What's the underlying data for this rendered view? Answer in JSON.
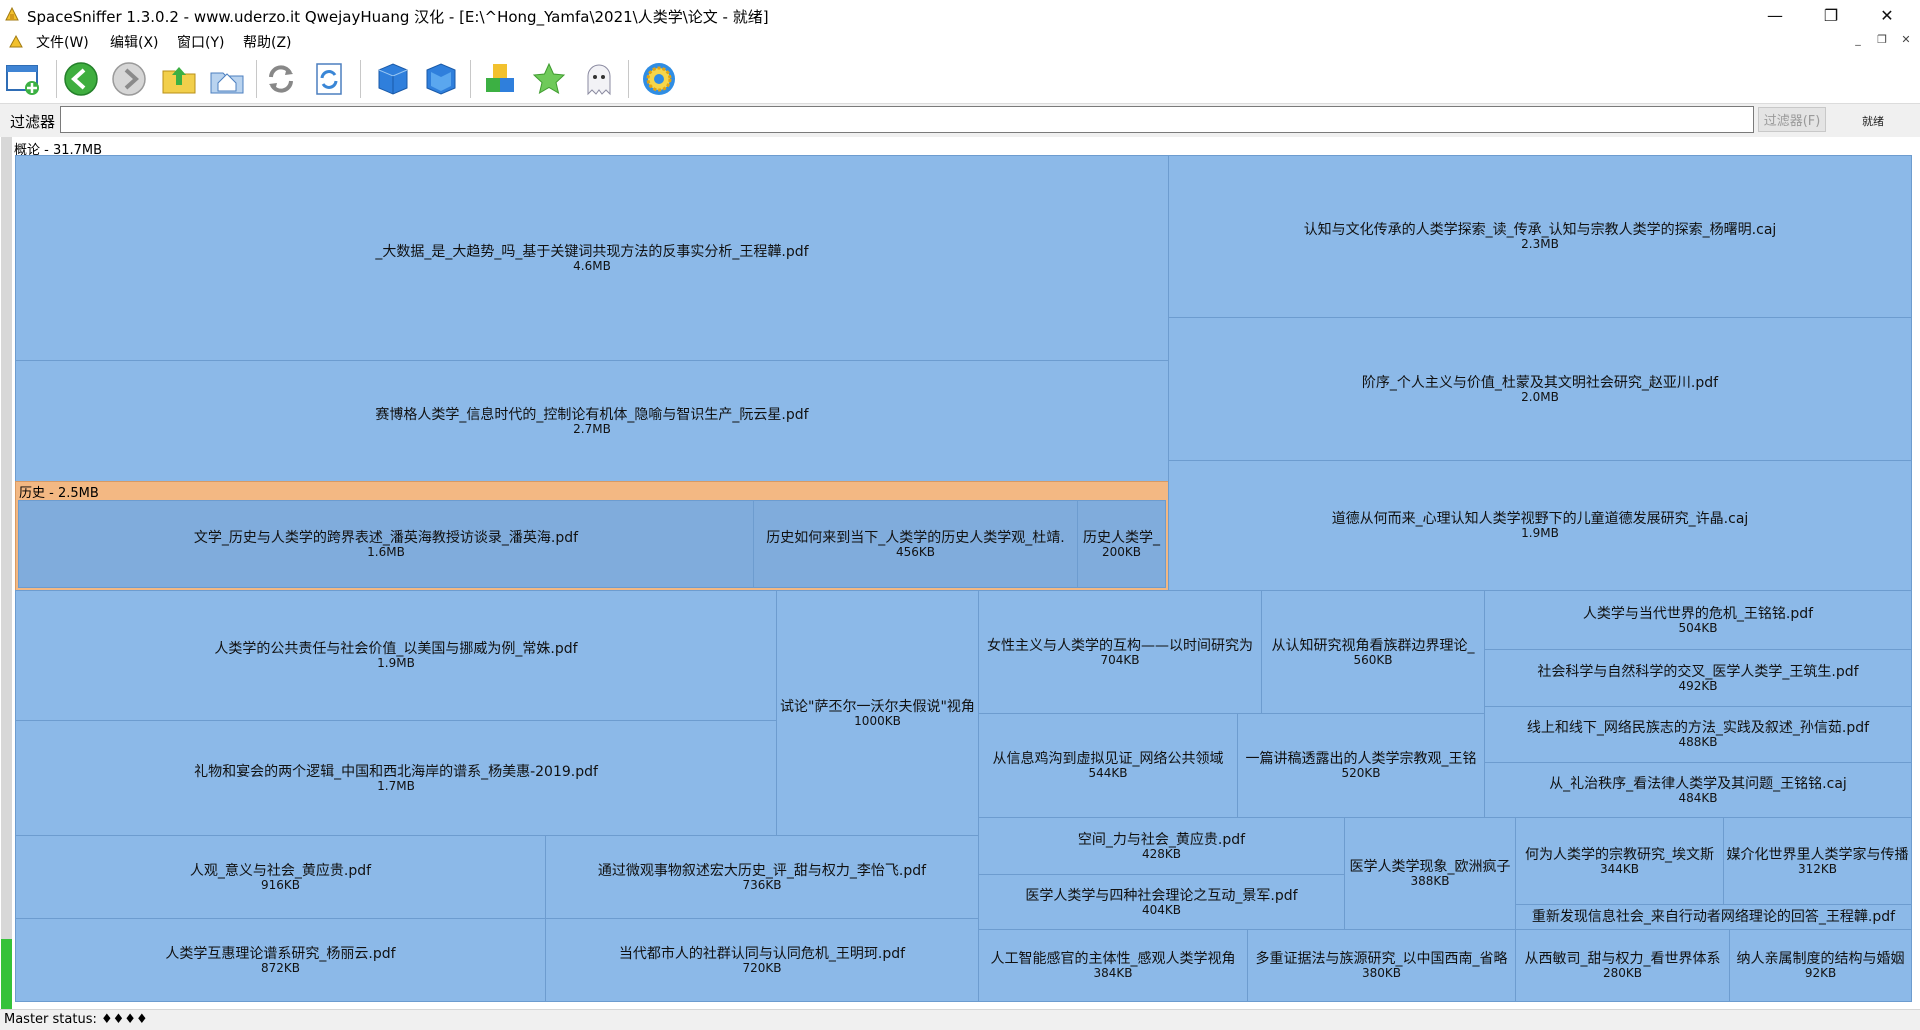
{
  "window": {
    "title": "SpaceSniffer 1.3.0.2 - www.uderzo.it  QwejayHuang 汉化 - [E:\\^Hong_Yamfa\\2021\\人类学\\论文 - 就绪]",
    "minimize_glyph": "—",
    "restore_glyph": "❐",
    "close_glyph": "✕"
  },
  "menu": {
    "items": [
      "文件(W)",
      "编辑(X)",
      "窗口(Y)",
      "帮助(Z)"
    ],
    "mdi_minimize": "_",
    "mdi_restore": "❐",
    "mdi_close": "✕"
  },
  "toolbar": {
    "icons": [
      "new-scan-icon",
      "back-icon",
      "forward-icon",
      "parent-folder-icon",
      "home-folder-icon",
      "refresh-icon",
      "refresh-view-icon",
      "zoom-in-icon",
      "zoom-out-icon",
      "tag-icon",
      "favorite-star-icon",
      "ghost-icon",
      "settings-gear-icon"
    ]
  },
  "filter": {
    "label": "过滤器",
    "value": "",
    "button_label": "过滤器(F)",
    "status": "就绪"
  },
  "treemap": {
    "root_label": "概论 - 31.7MB",
    "folder_label": "历史 - 2.5MB",
    "progress_fraction": 0.08,
    "files": [
      {
        "name": "_大数据_是_大趋势_吗_基于关键词共现方法的反事实分析_王程韡.pdf",
        "size": "4.6MB"
      },
      {
        "name": "赛博格人类学_信息时代的_控制论有机体_隐喻与智识生产_阮云星.pdf",
        "size": "2.7MB"
      },
      {
        "name": "文学_历史与人类学的跨界表述_潘英海教授访谈录_潘英海.pdf",
        "size": "1.6MB"
      },
      {
        "name": "历史如何来到当下_人类学的历史人类学观_杜靖.",
        "size": "456KB"
      },
      {
        "name": "历史人类学_",
        "size": "200KB"
      },
      {
        "name": "认知与文化传承的人类学探索_读_传承_认知与宗教人类学的探索_杨曙明.caj",
        "size": "2.3MB"
      },
      {
        "name": "阶序_个人主义与价值_杜蒙及其文明社会研究_赵亚川.pdf",
        "size": "2.0MB"
      },
      {
        "name": "道德从何而来_心理认知人类学视野下的儿童道德发展研究_许晶.caj",
        "size": "1.9MB"
      },
      {
        "name": "人类学的公共责任与社会价值_以美国与挪威为例_常姝.pdf",
        "size": "1.9MB"
      },
      {
        "name": "礼物和宴会的两个逻辑_中国和西北海岸的谱系_杨美惠-2019.pdf",
        "size": "1.7MB"
      },
      {
        "name": "试论\"萨丕尔一沃尔夫假说\"视角",
        "size": "1000KB"
      },
      {
        "name": "人观_意义与社会_黄应贵.pdf",
        "size": "916KB"
      },
      {
        "name": "通过微观事物叙述宏大历史_评_甜与权力_李怡飞.pdf",
        "size": "736KB"
      },
      {
        "name": "人类学互惠理论谱系研究_杨丽云.pdf",
        "size": "872KB"
      },
      {
        "name": "当代都市人的社群认同与认同危机_王明珂.pdf",
        "size": "720KB"
      },
      {
        "name": "女性主义与人类学的互构——以时间研究为",
        "size": "704KB"
      },
      {
        "name": "从认知研究视角看族群边界理论_",
        "size": "560KB"
      },
      {
        "name": "从信息鸡沟到虚拟见证_网络公共领域",
        "size": "544KB"
      },
      {
        "name": "一篇讲稿透露出的人类学宗教观_王铭",
        "size": "520KB"
      },
      {
        "name": "人类学与当代世界的危机_王铭铭.pdf",
        "size": "504KB"
      },
      {
        "name": "社会科学与自然科学的交叉_医学人类学_王筑生.pdf",
        "size": "492KB"
      },
      {
        "name": "线上和线下_网络民族志的方法_实践及叙述_孙信茹.pdf",
        "size": "488KB"
      },
      {
        "name": "从_礼治秩序_看法律人类学及其问题_王铭铭.caj",
        "size": "484KB"
      },
      {
        "name": "空间_力与社会_黄应贵.pdf",
        "size": "428KB"
      },
      {
        "name": "医学人类学与四种社会理论之互动_景军.pdf",
        "size": "404KB"
      },
      {
        "name": "医学人类学现象_欧洲疯子",
        "size": "388KB"
      },
      {
        "name": "何为人类学的宗教研究_埃文斯",
        "size": "344KB"
      },
      {
        "name": "媒介化世界里人类学家与传播",
        "size": "312KB"
      },
      {
        "name": "重新发现信息社会_来自行动者网络理论的回答_王程韡.pdf",
        "size": ""
      },
      {
        "name": "人工智能感官的主体性_感观人类学视角",
        "size": "384KB"
      },
      {
        "name": "多重证据法与族源研究_以中国西南_省略",
        "size": "380KB"
      },
      {
        "name": "从西敏司_甜与权力_看世界体系",
        "size": "280KB"
      },
      {
        "name": "纳人亲属制度的结构与婚姻",
        "size": "92KB"
      }
    ]
  },
  "status": {
    "text": "Master status: ♦♦♦♦"
  },
  "colors": {
    "file_block": "#8cb9e8",
    "file_block_border": "#6d9ccf",
    "folder_header": "#f3b883",
    "progress": "#35c23a"
  }
}
